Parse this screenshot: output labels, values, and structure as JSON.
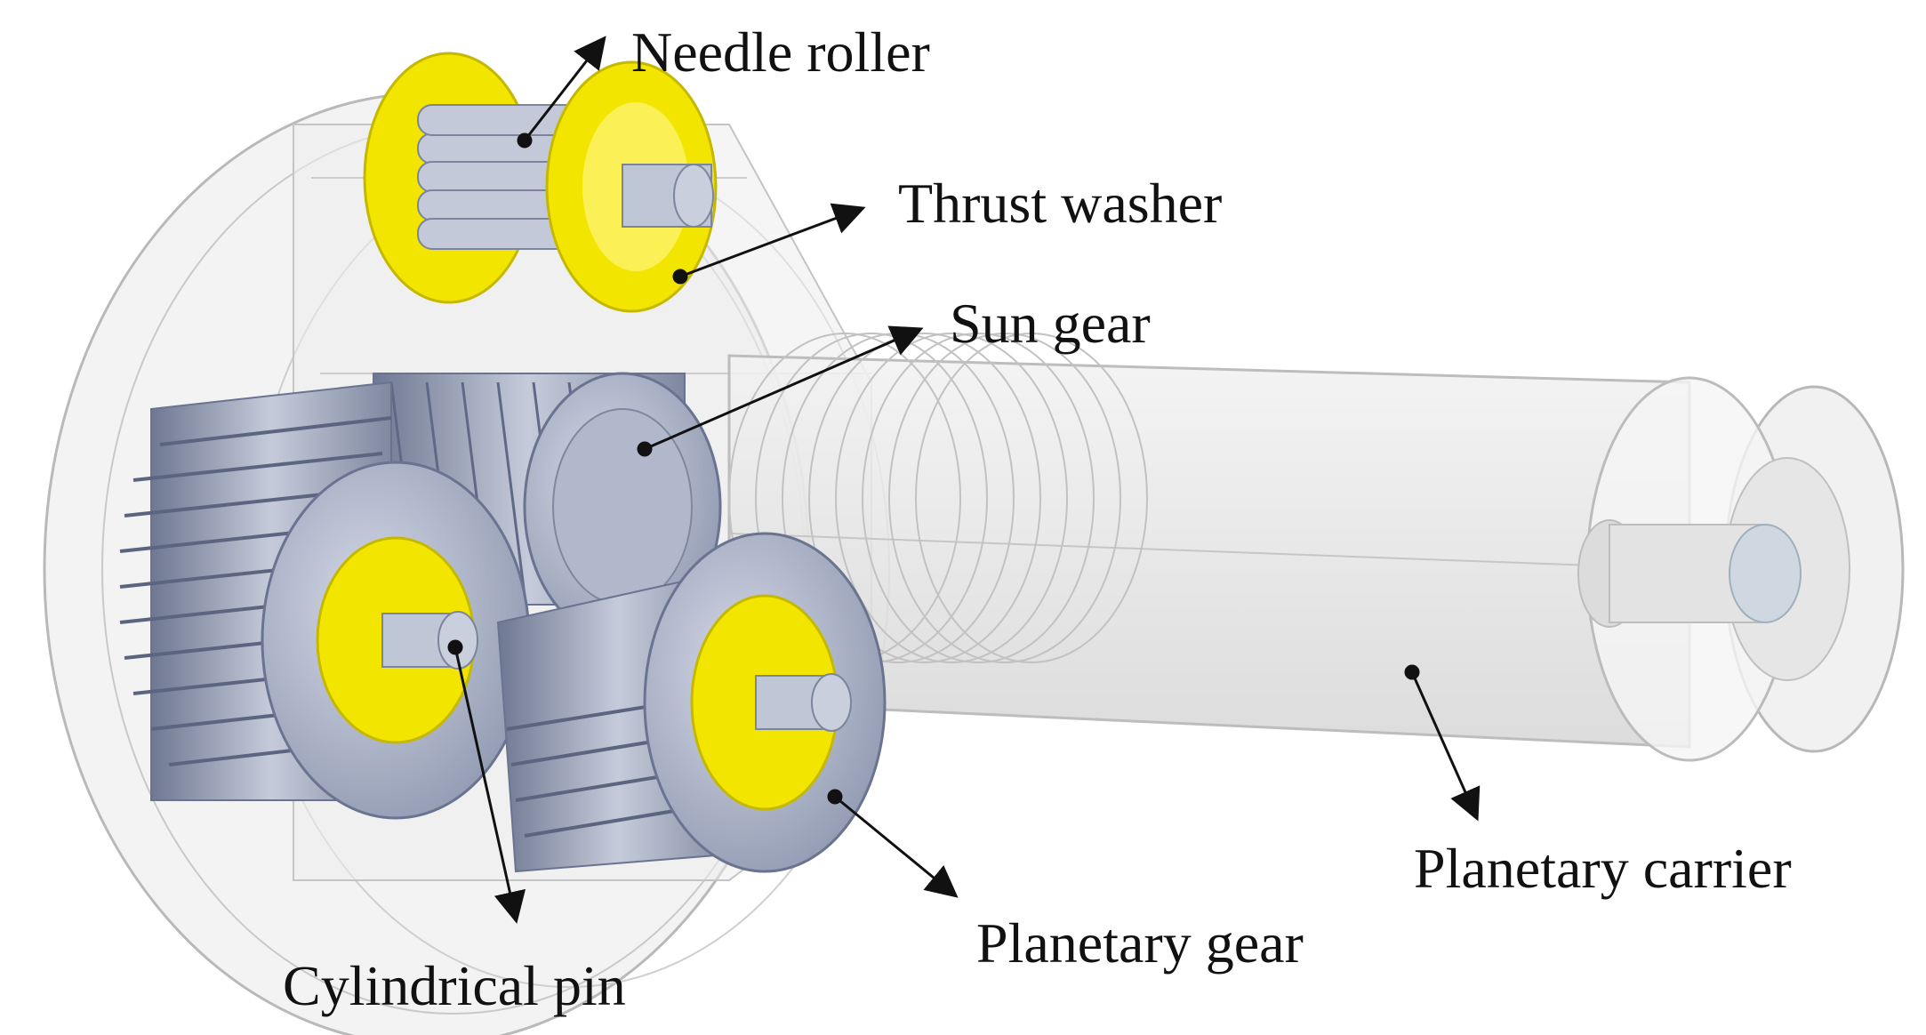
{
  "labels": {
    "needle_roller": "Needle roller",
    "thrust_washer": "Thrust washer",
    "sun_gear": "Sun gear",
    "planetary_carrier": "Planetary carrier",
    "planetary_gear": "Planetary gear",
    "cylindrical_pin": "Cylindrical pin"
  },
  "colors": {
    "washer": "#f2e600",
    "gear": "#aeb6cc",
    "gear_dark": "#7d879f",
    "housing_stroke": "#b4b4b4",
    "housing_fill": "#ececec",
    "arrow": "#111111"
  }
}
